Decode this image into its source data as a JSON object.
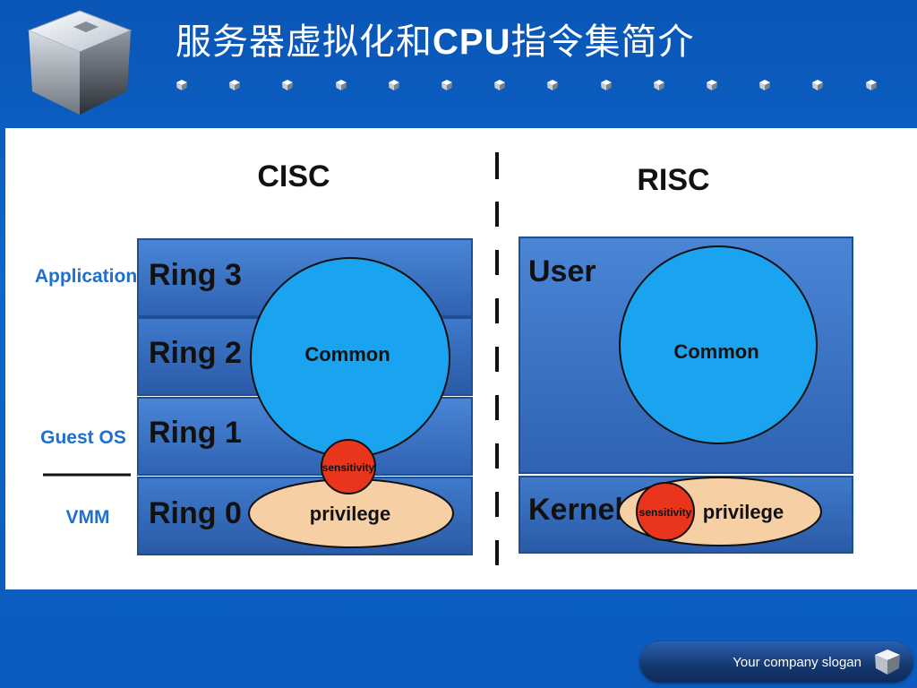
{
  "slide": {
    "title_prefix": "服务器虚拟化和",
    "title_bold": "CPU",
    "title_suffix": "指令集简介",
    "slogan": "Your company slogan"
  },
  "diagram": {
    "cisc": {
      "heading": "CISC",
      "rings": [
        "Ring 3",
        "Ring 2",
        "Ring 1",
        "Ring 0"
      ],
      "common": "Common",
      "sensitivity": "sensitivity",
      "privilege": "privilege"
    },
    "risc": {
      "heading": "RISC",
      "user": "User",
      "kernel": "Kernel",
      "common": "Common",
      "sensitivity": "sensitivity",
      "privilege": "privilege"
    },
    "side_labels": {
      "application": "Application",
      "guest_os": "Guest OS",
      "vmm": "VMM"
    }
  },
  "colors": {
    "band_blue": "#3a72c4",
    "band_dark": "#2b5aa6",
    "common_circle": "#1aa3ee",
    "sensitivity_red": "#e8351b",
    "privilege_peach": "#f7cfa5",
    "label_blue": "#1f6fcf"
  }
}
